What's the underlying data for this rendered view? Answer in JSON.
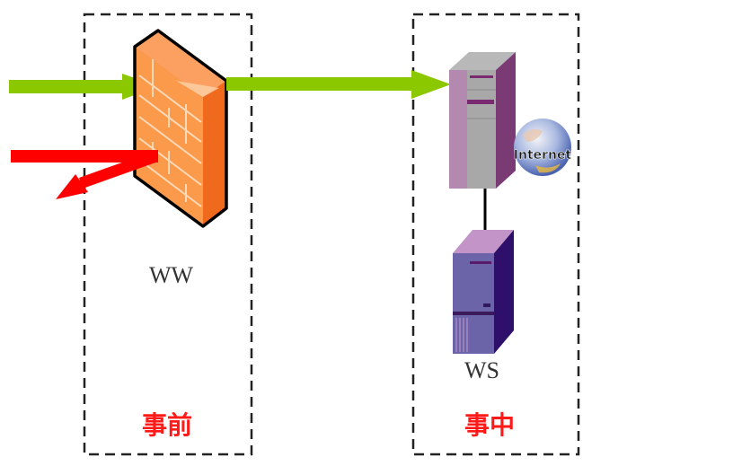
{
  "diagram": {
    "zones": [
      {
        "id": "before",
        "phase_label": "事前",
        "device_label": "WW",
        "device": "firewall"
      },
      {
        "id": "during",
        "phase_label": "事中",
        "device_label": "WS",
        "device": "server"
      }
    ],
    "globe_text": "Internet",
    "arrows": [
      {
        "name": "allowed-traffic",
        "color": "#8cc800",
        "from": "outside",
        "to": "firewall"
      },
      {
        "name": "allowed-traffic-forward",
        "color": "#8cc800",
        "from": "firewall",
        "to": "web-server"
      },
      {
        "name": "blocked-traffic",
        "color": "#ff0000",
        "from": "outside",
        "to": "firewall",
        "result": "rejected"
      }
    ],
    "colors": {
      "allowed": "#8cc800",
      "blocked": "#ff0000",
      "phase_text": "#ff1a1a",
      "border": "#222222"
    }
  }
}
